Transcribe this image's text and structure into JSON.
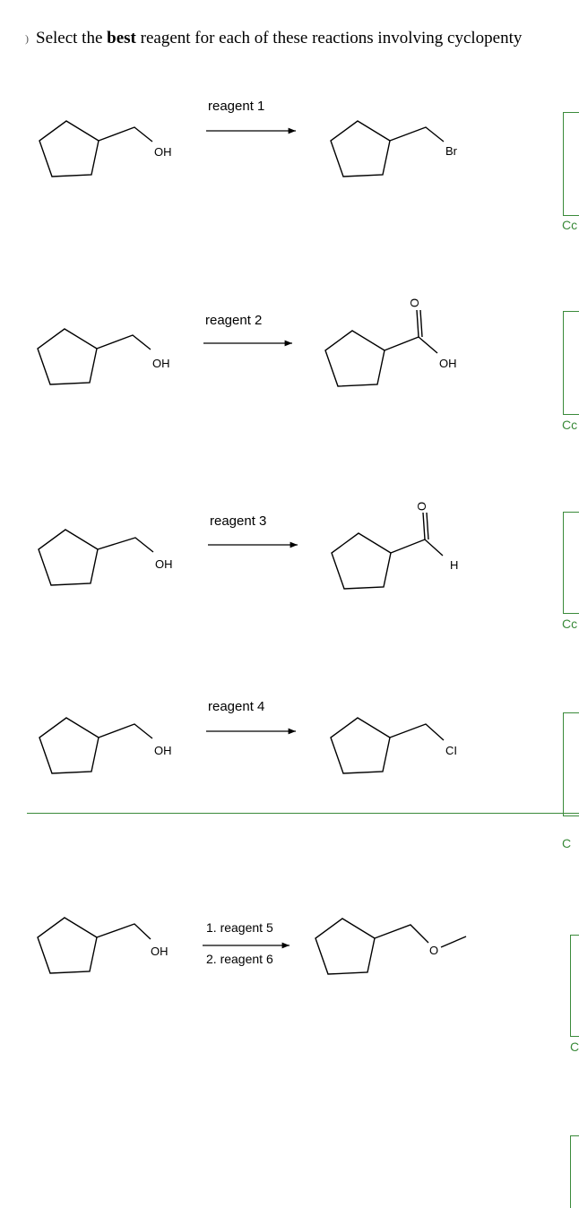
{
  "question": {
    "marker": ")",
    "prefix": "Select the ",
    "emphasis": "best",
    "suffix": " reagent for each of these reactions involving cyclopenty"
  },
  "reactions": [
    {
      "reagent_label": "reagent 1",
      "start_group": "OH",
      "product_group": "Br",
      "box_label": "Cc"
    },
    {
      "reagent_label": "reagent 2",
      "start_group": "OH",
      "product_oxygen": "O",
      "product_group": "OH",
      "box_label": "Cc"
    },
    {
      "reagent_label": "reagent 3",
      "start_group": "OH",
      "product_oxygen": "O",
      "product_group": "H",
      "box_label": "Cc"
    },
    {
      "reagent_label": "reagent 4",
      "start_group": "OH",
      "product_group": "CI",
      "box_label": "C"
    },
    {
      "reagent_label_1": "1. reagent 5",
      "reagent_label_2": "2. reagent 6",
      "start_group": "OH",
      "product_oxygen": "O",
      "box_label": "C"
    }
  ]
}
